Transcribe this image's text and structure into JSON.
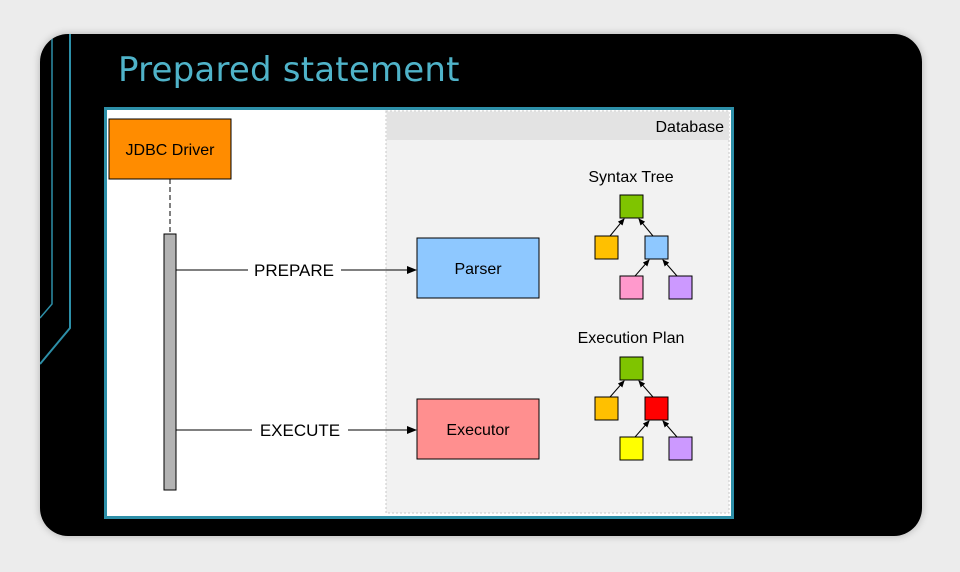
{
  "slide": {
    "title": "Prepared statement"
  },
  "diagram": {
    "region_label": "Database",
    "driver": {
      "label": "JDBC Driver",
      "color": "#ff8c00"
    },
    "parser": {
      "label": "Parser",
      "color": "#8ec8ff"
    },
    "executor": {
      "label": "Executor",
      "color": "#ff8f8f"
    },
    "messages": {
      "prepare": "PREPARE",
      "execute": "EXECUTE"
    },
    "syntax_tree": {
      "title": "Syntax Tree",
      "node_colors": [
        "#7fc400",
        "#ffc000",
        "#8ec8ff",
        "#ff99cc",
        "#cc99ff"
      ]
    },
    "execution_plan": {
      "title": "Execution Plan",
      "node_colors": [
        "#7fc400",
        "#ffc000",
        "#ff0000",
        "#ffff00",
        "#cc99ff"
      ]
    }
  },
  "theme": {
    "title_color": "#4fb3c9",
    "frame_border": "#2d8fa8",
    "database_bg": "#f2f2f2"
  }
}
